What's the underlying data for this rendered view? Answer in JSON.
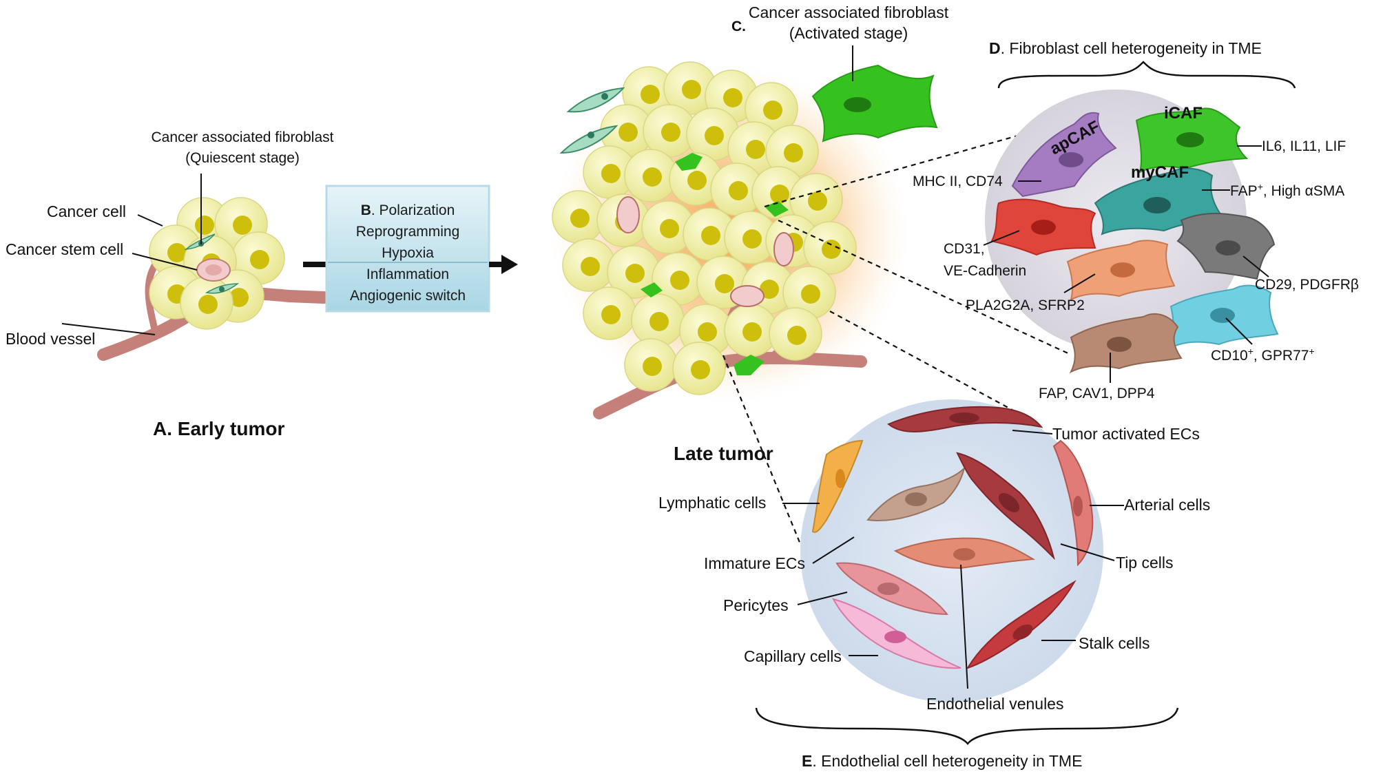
{
  "panel_a": {
    "caf_quiescent_line1": "Cancer associated fibroblast",
    "caf_quiescent_line2": "(Quiescent stage)",
    "cancer_cell": "Cancer cell",
    "cancer_stem_cell": "Cancer stem cell",
    "blood_vessel": "Blood vessel",
    "title": "A. Early tumor"
  },
  "panel_b": {
    "letter": "B",
    "line1_rest": ". Polarization",
    "line2": "Reprogramming",
    "line3": "Hypoxia",
    "line4": "Inflammation",
    "line5": "Angiogenic switch"
  },
  "panel_c": {
    "letter": "C.",
    "caf_activated_line1": "Cancer associated fibroblast",
    "caf_activated_line2": "(Activated stage)",
    "title": "Late tumor"
  },
  "panel_d": {
    "letter": "D",
    "title_rest": ". Fibroblast cell heterogeneity in TME",
    "subtypes": {
      "apcaf": "apCAF",
      "icaf": "iCAF",
      "mycaf": "myCAF"
    },
    "markers": {
      "icaf": "IL6, IL11, LIF",
      "apcaf": "MHC II, CD74",
      "mycaf_pre": "FAP",
      "mycaf_sup": "+",
      "mycaf_post": ", High αSMA",
      "cd31_line1": "CD31,",
      "cd31_line2": "VE-Cadherin",
      "cd29": "CD29, PDGFRβ",
      "pla2g2a": "PLA2G2A, SFRP2",
      "cd10_pre": "CD10",
      "cd10_sup": "+",
      "cd10_mid": ", GPR77",
      "cd10_sup2": "+",
      "fap_cav1": "FAP, CAV1, DPP4"
    }
  },
  "panel_e": {
    "letter": "E",
    "title_rest": ". Endothelial cell  heterogeneity in TME",
    "labels": {
      "tumor_activated": "Tumor activated ECs",
      "lymphatic": "Lymphatic cells",
      "arterial": "Arterial cells",
      "immature": "Immature ECs",
      "tip": "Tip cells",
      "pericytes": "Pericytes",
      "capillary": "Capillary cells",
      "stalk": "Stalk cells",
      "venules": "Endothelial venules"
    }
  },
  "colors": {
    "cancer_cell_fill": "#efef9a",
    "cancer_nucleus": "#cfc20a",
    "vessel": "#c97a74",
    "caf_green": "#35c21f",
    "quiescent_caf": "#a6dcc0",
    "box_fill": "#c6e5ee",
    "fibro_circle": "#dcd9e1",
    "endo_circle": "#d5e1ef",
    "icaf": "#3ec52b",
    "apcaf": "#a57bc1",
    "mycaf": "#3aa59e",
    "cd31": "#e0453b",
    "cd29": "#7a7a7a",
    "pla2g2a": "#f0a077",
    "cd10": "#70cfe0",
    "fap_cav1": "#b98a73"
  }
}
